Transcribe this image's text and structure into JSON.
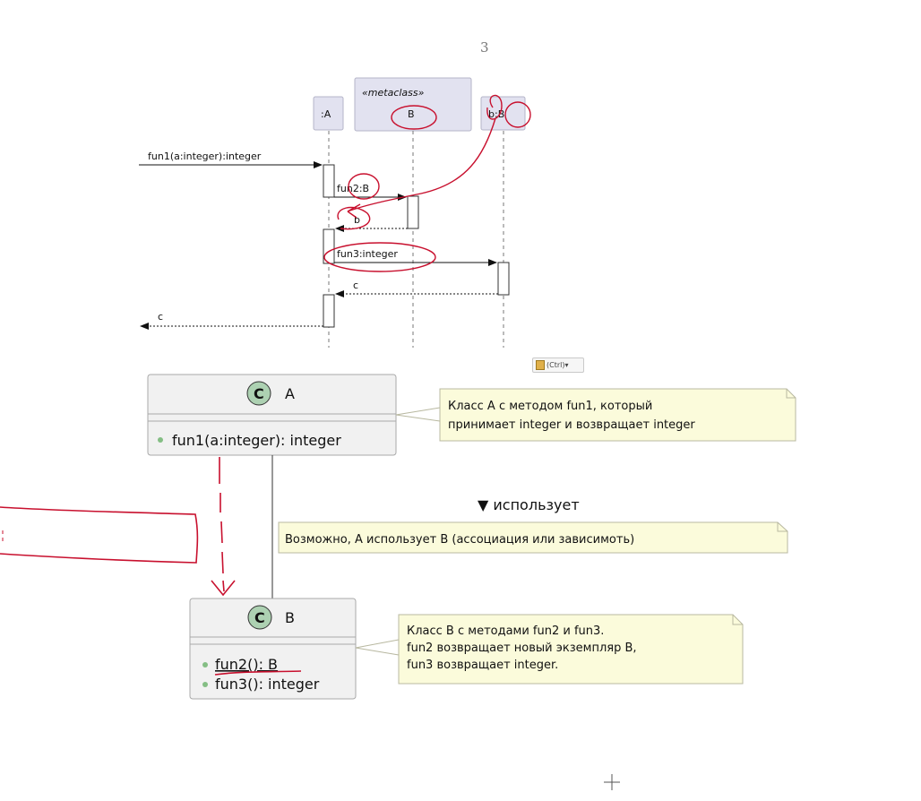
{
  "page": {
    "number": "3"
  },
  "sequence": {
    "participants": [
      {
        "id": "a",
        "label": ":A"
      },
      {
        "id": "bmeta",
        "stereotype": "«metaclass»",
        "label": "B"
      },
      {
        "id": "b",
        "label": "b:B"
      }
    ],
    "messages": [
      {
        "label": "fun1(a:integer):integer",
        "type": "call"
      },
      {
        "label": "fun2:B",
        "type": "call"
      },
      {
        "label": "b",
        "type": "return"
      },
      {
        "label": "fun3:integer",
        "type": "call"
      },
      {
        "label": "c",
        "type": "return"
      },
      {
        "label": "c",
        "type": "return"
      }
    ]
  },
  "class_diagram": {
    "class_a": {
      "badge": "C",
      "name": "A",
      "methods": [
        "fun1(a:integer): integer"
      ]
    },
    "class_b": {
      "badge": "C",
      "name": "B",
      "methods": [
        "fun2(): B",
        "fun3(): integer"
      ]
    },
    "relation_label": "▼ использует",
    "notes": {
      "note_a": [
        "Класс A с методом fun1, который",
        "принимает integer и возвращает integer"
      ],
      "relation": [
        "Возможно, A использует B (ассоциация или зависимоть)"
      ],
      "note_b": [
        "Класс B с методами fun2 и fun3.",
        "fun2 возвращает новый экземпляр B,",
        "fun3 возвращает integer."
      ]
    }
  },
  "paste_options": {
    "label": "(Ctrl)▾"
  },
  "colors": {
    "annotation": "#c8102e",
    "box_fill": "#e2e2f0",
    "class_fill": "#f1f1f1",
    "note_fill": "#fbfbdb",
    "badge": "#add1b2"
  }
}
